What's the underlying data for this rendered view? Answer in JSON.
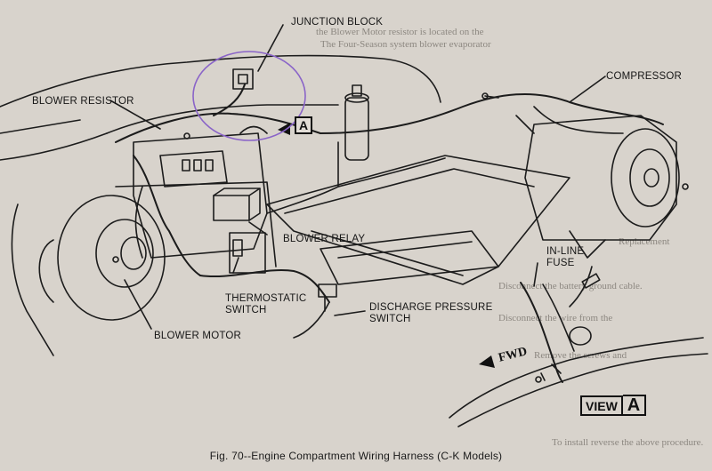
{
  "figure": {
    "caption": "Fig. 70--Engine Compartment Wiring Harness (C-K Models)"
  },
  "labels": {
    "junction_block": "JUNCTION BLOCK",
    "blower_resistor": "BLOWER RESISTOR",
    "compressor": "COMPRESSOR",
    "blower_relay": "BLOWER RELAY",
    "in_line_fuse_1": "IN-LINE",
    "in_line_fuse_2": "FUSE",
    "thermostatic_1": "THERMOSTATIC",
    "thermostatic_2": "SWITCH",
    "discharge_1": "DISCHARGE PRESSURE",
    "discharge_2": "SWITCH",
    "blower_motor": "BLOWER MOTOR",
    "fwd": "FWD",
    "view_word": "VIEW",
    "view_letter": "A",
    "callout_letter": "A"
  },
  "bleed_through": {
    "line_1": "the Blower Motor resistor is located on the",
    "line_2": "The Four-Season system blower evaporator",
    "line_3": "Replacement",
    "line_4": "Disconnect the battery ground cable.",
    "line_5": "Disconnect the wire from the",
    "line_6": "Remove the screws and",
    "line_7": "To install reverse the above procedure."
  },
  "colors": {
    "paper": "#d8d3cc",
    "ink": "#161616",
    "highlight_circle": "#8a64c8"
  }
}
